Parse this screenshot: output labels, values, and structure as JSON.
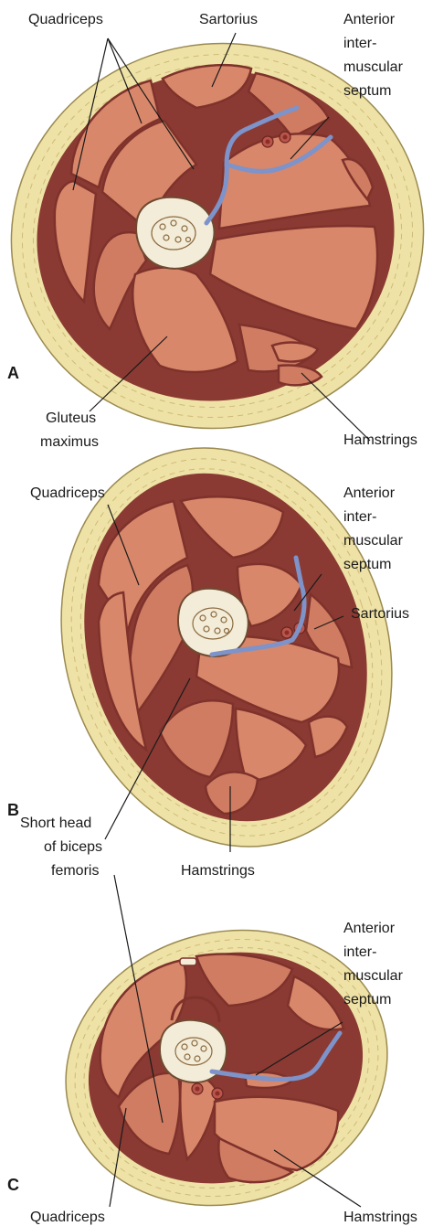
{
  "panels": {
    "a": {
      "letter": "A",
      "labels": {
        "quadriceps": "Quadriceps",
        "sartorius": "Sartorius",
        "septum_1": "Anterior",
        "septum_2": "inter-",
        "septum_3": "muscular",
        "septum_4": "septum",
        "gluteus_1": "Gluteus",
        "gluteus_2": "maximus",
        "hamstrings": "Hamstrings"
      }
    },
    "b": {
      "letter": "B",
      "labels": {
        "quadriceps": "Quadriceps",
        "septum_1": "Anterior",
        "septum_2": "inter-",
        "septum_3": "muscular",
        "septum_4": "septum",
        "sartorius": "Sartorius",
        "short_head_1": "Short head",
        "short_head_2": "of biceps",
        "short_head_3": "femoris",
        "hamstrings": "Hamstrings"
      }
    },
    "c": {
      "letter": "C",
      "labels": {
        "septum_1": "Anterior",
        "septum_2": "inter-",
        "septum_3": "muscular",
        "septum_4": "septum",
        "quadriceps": "Quadriceps",
        "hamstrings": "Hamstrings"
      }
    }
  },
  "colors": {
    "fat": "#efe2a6",
    "muscle": "#d9876a",
    "fascia": "#8a3a32",
    "septum": "#7d93c9",
    "bone": "#f3ecd8"
  }
}
